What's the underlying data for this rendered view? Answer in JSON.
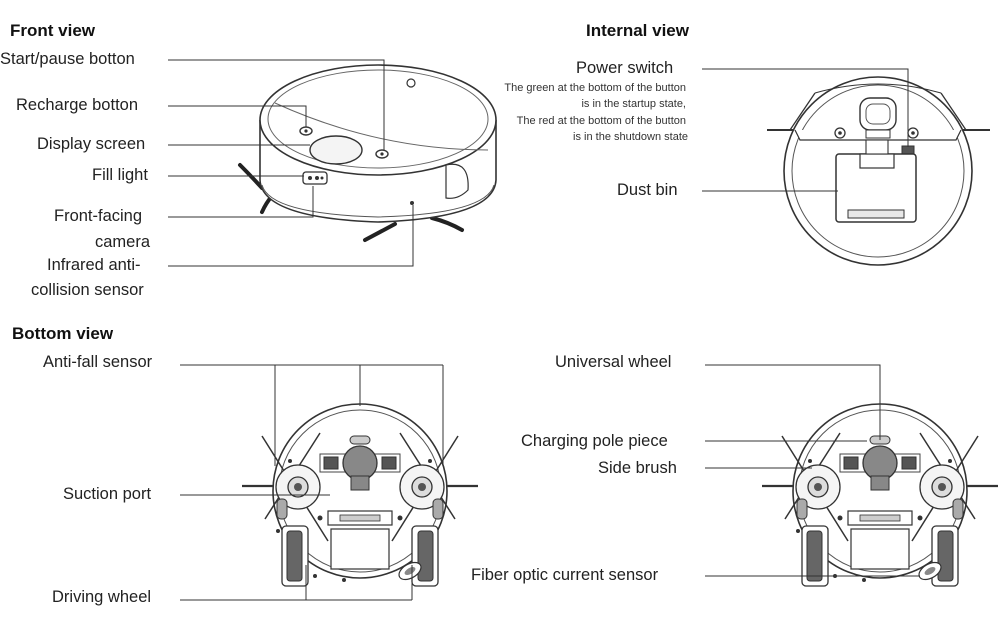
{
  "sections": {
    "front": "Front view",
    "internal": "Internal view",
    "bottom": "Bottom view"
  },
  "front_labels": {
    "start_pause": "Start/pause botton",
    "recharge": "Recharge botton",
    "display": "Display screen",
    "fill_light": "Fill light",
    "camera_1": "Front-facing",
    "camera_2": "camera",
    "infrared_1": "Infrared anti-",
    "infrared_2": "collision sensor"
  },
  "internal_labels": {
    "power_switch": "Power switch",
    "note_1": "The green at the bottom of the button",
    "note_2": "is in the startup state,",
    "note_3": "The red at the bottom of the button",
    "note_4": "is in the shutdown state",
    "dust_bin": "Dust bin"
  },
  "bottom_labels": {
    "anti_fall": "Anti-fall sensor",
    "suction_port": "Suction port",
    "driving_wheel": "Driving wheel",
    "universal_wheel": "Universal wheel",
    "charging_pole": "Charging pole piece",
    "side_brush": "Side brush",
    "fiber_optic": "Fiber optic current sensor"
  }
}
